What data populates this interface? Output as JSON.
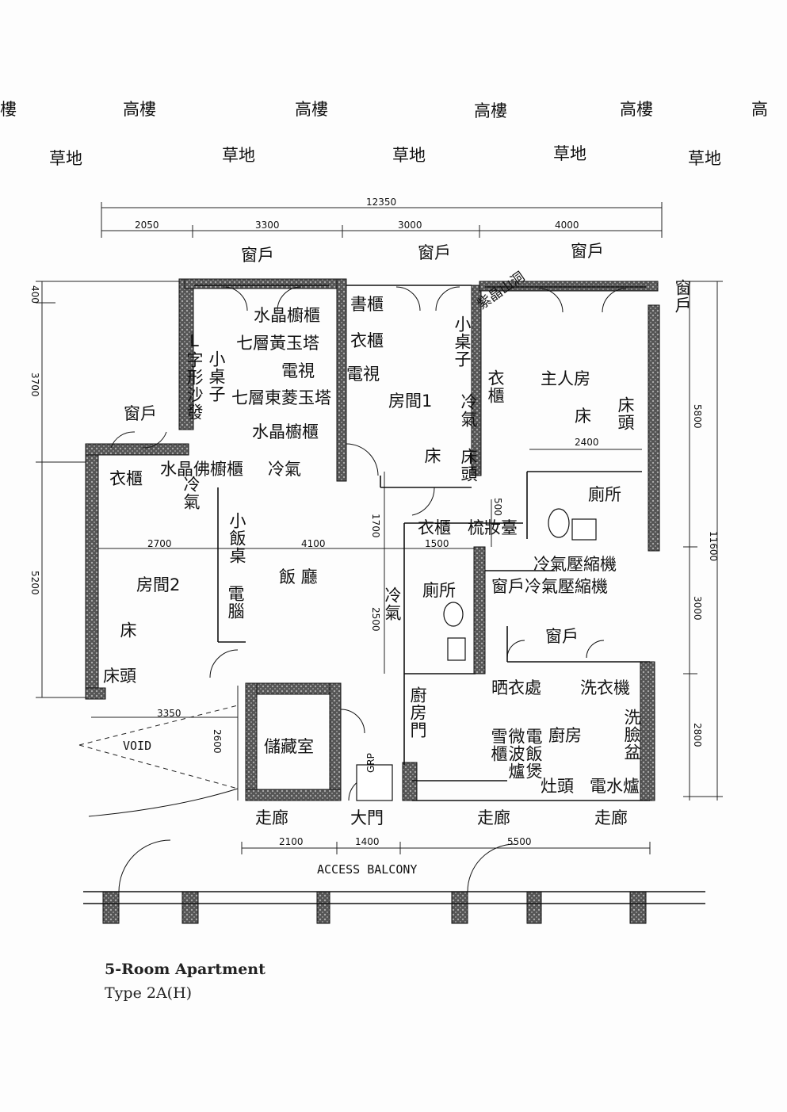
{
  "surroundings": {
    "buildings": [
      "樓",
      "高樓",
      "高樓",
      "高樓",
      "高樓",
      "高"
    ],
    "grass": [
      "草地",
      "草地",
      "草地",
      "草地",
      "草地"
    ]
  },
  "dimensions": {
    "overall_width": "12350",
    "top": [
      "2050",
      "3300",
      "3000",
      "4000"
    ],
    "left_top": "400",
    "left_upper": "3700",
    "left_lower": "5200",
    "right_upper": "5800",
    "right_total": "11600",
    "right_mid": "3000",
    "right_lower": "2800",
    "mid_1700": "1700",
    "mid_2500": "2500",
    "mid_1500": "1500",
    "mid_500": "500",
    "row_2700": "2700",
    "row_4100": "4100",
    "bath_2400": "2400",
    "void_3350": "3350",
    "store_2600": "2600",
    "bottom": [
      "2100",
      "1400",
      "5500"
    ]
  },
  "labels": {
    "window": "窗戶",
    "crystal_cabinet": "水晶櫥櫃",
    "seven_storey_yellow": "七層黃玉塔",
    "tv": "電視",
    "seven_storey_east": "七層東菱玉塔",
    "l_sofa": "L字形沙發",
    "small_table": "小桌子",
    "buddha_cabinet": "水晶佛櫥櫃",
    "aircon": "冷氣",
    "wardrobe": "衣櫃",
    "bookcase": "書櫃",
    "room1": "房間1",
    "bed": "床",
    "bed_head": "床頭",
    "aircon_bedhead": "冷氣 床頭",
    "crystal_cave": "紫晶山洞",
    "master_room": "主人房",
    "toilet": "廁所",
    "dressing_table": "梳妝臺",
    "dining_table": "小飯桌",
    "dining_hall": "飯 廳",
    "room2": "房間2",
    "computer": "電腦",
    "ac_compressor": "冷氣壓縮機",
    "window_ac_compressor": "窗戶冷氣壓縮機",
    "drying_area": "晒衣處",
    "washing_machine": "洗衣機",
    "kitchen": "廚房",
    "kitchen_door": "廚房門",
    "fridge": "雪櫃",
    "microwave": "微波爐",
    "rice_cooker": "電飯煲",
    "sink": "洗臉盆",
    "stove": "灶頭",
    "water_heater": "電水爐",
    "storeroom": "儲藏室",
    "void": "VOID",
    "grp": "GRP",
    "corridor": "走廊",
    "main_door": "大門",
    "access_balcony": "ACCESS BALCONY"
  },
  "caption": {
    "title": "5-Room Apartment",
    "subtitle": "Type 2A(H)"
  }
}
